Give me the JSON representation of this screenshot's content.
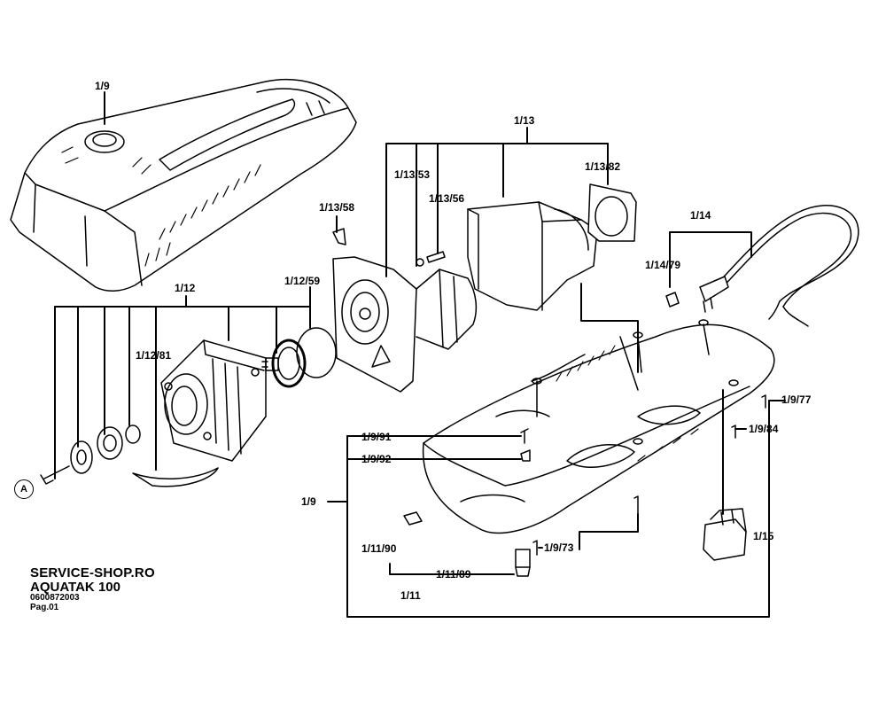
{
  "brand": {
    "shop": "SERVICE-SHOP.RO",
    "model_name": "AQUATAK",
    "model_number": "100",
    "part_number": "0600872003",
    "page": "Pag.01"
  },
  "marker": "A",
  "labels": {
    "l_1_9_top": "1/9",
    "l_1_12": "1/12",
    "l_1_12_59": "1/12/59",
    "l_1_12_81": "1/12/81",
    "l_1_13": "1/13",
    "l_1_13_53": "1/13/53",
    "l_1_13_56": "1/13/56",
    "l_1_13_58": "1/13/58",
    "l_1_13_82": "1/13/82",
    "l_1_14": "1/14",
    "l_1_14_79": "1/14/79",
    "l_1_9_77": "1/9/77",
    "l_1_9_84": "1/9/84",
    "l_1_9_91": "1/9/91",
    "l_1_9_92": "1/9/92",
    "l_1_9_side": "1/9",
    "l_1_11_90": "1/11/90",
    "l_1_9_73": "1/9/73",
    "l_1_15": "1/15",
    "l_1_11_89": "1/11/89",
    "l_1_11": "1/11"
  }
}
